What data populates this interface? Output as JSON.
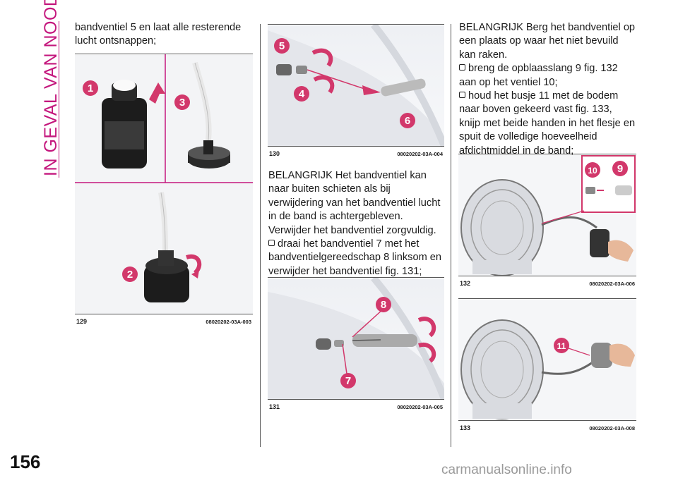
{
  "section_title": "IN GEVAL VAN NOOD",
  "page_number": "156",
  "watermark": "carmanualsonline.info",
  "accent_color": "#c4177d",
  "col1": {
    "text": "bandventiel 5 en laat alle resterende lucht ontsnappen;"
  },
  "col2": {
    "para1": "BELANGRIJK Het bandventiel kan naar buiten schieten als bij verwijdering van het bandventiel lucht in de band is achtergebleven. Verwijder het bandventiel zorgvuldig.",
    "bullet1": "draai het bandventiel 7 met het bandventielgereedschap 8 linksom en verwijder het bandventiel fig. 131;"
  },
  "col3": {
    "para1": "BELANGRIJK Berg het bandventiel op een plaats op waar het niet bevuild kan raken.",
    "bullet1": "breng de opblaasslang 9 fig. 132 aan op het ventiel 10;",
    "bullet2": "houd het busje 11 met de bodem naar boven gekeerd vast fig. 133, knijp met beide handen in het flesje en spuit de volledige hoeveelheid afdichtmiddel in de band;"
  },
  "figures": {
    "f129": {
      "num": "129",
      "code": "08020202-03A-003",
      "labels": [
        "1",
        "2",
        "3"
      ]
    },
    "f130": {
      "num": "130",
      "code": "08020202-03A-004",
      "labels": [
        "5",
        "4",
        "6"
      ]
    },
    "f131": {
      "num": "131",
      "code": "08020202-03A-005",
      "labels": [
        "8",
        "7"
      ]
    },
    "f132": {
      "num": "132",
      "code": "08020202-03A-006",
      "labels": [
        "10",
        "9"
      ]
    },
    "f133": {
      "num": "133",
      "code": "08020202-03A-008",
      "labels": [
        "11"
      ]
    }
  }
}
